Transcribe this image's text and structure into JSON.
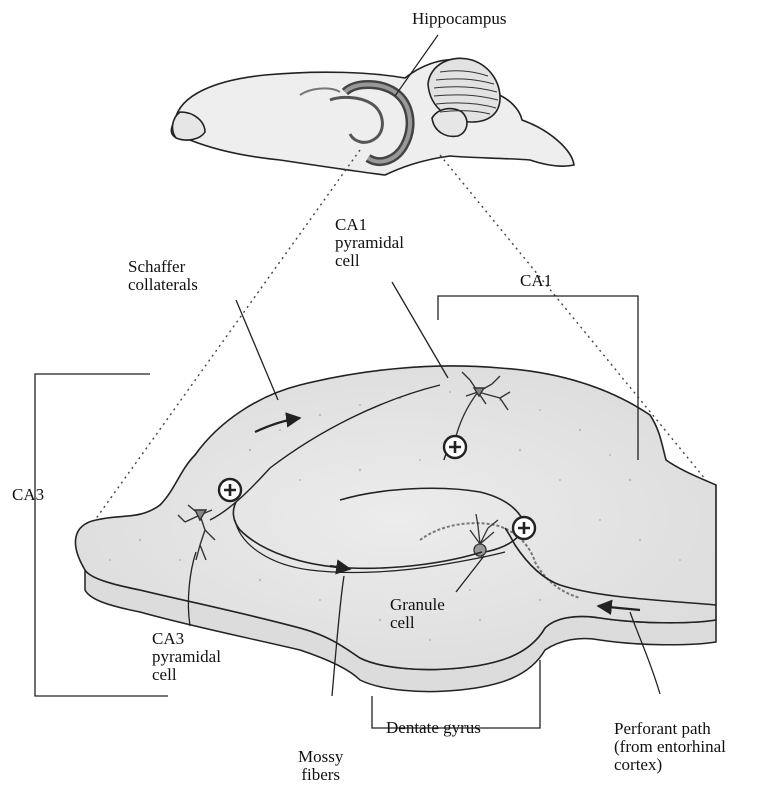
{
  "labels": {
    "hippocampus": "Hippocampus",
    "ca1_pyramidal_cell": [
      "CA1",
      "pyramidal",
      "cell"
    ],
    "ca1": "CA1",
    "schaffer_collaterals": [
      "Schaffer",
      "collaterals"
    ],
    "ca3": "CA3",
    "granule_cell": [
      "Granule",
      "cell"
    ],
    "ca3_pyramidal_cell": [
      "CA3",
      "pyramidal",
      "cell"
    ],
    "mossy_fibers": [
      "Mossy",
      "fibers"
    ],
    "dentate_gyrus": "Dentate gyrus",
    "perforant_path": [
      "Perforant path",
      "(from entorhinal",
      "cortex)"
    ]
  },
  "colors": {
    "outline": "#222222",
    "tissue": "#e9e9e9",
    "tissue_edge": "#d0d0d0",
    "brain": "#eeeeee",
    "label_text": "#111111"
  }
}
